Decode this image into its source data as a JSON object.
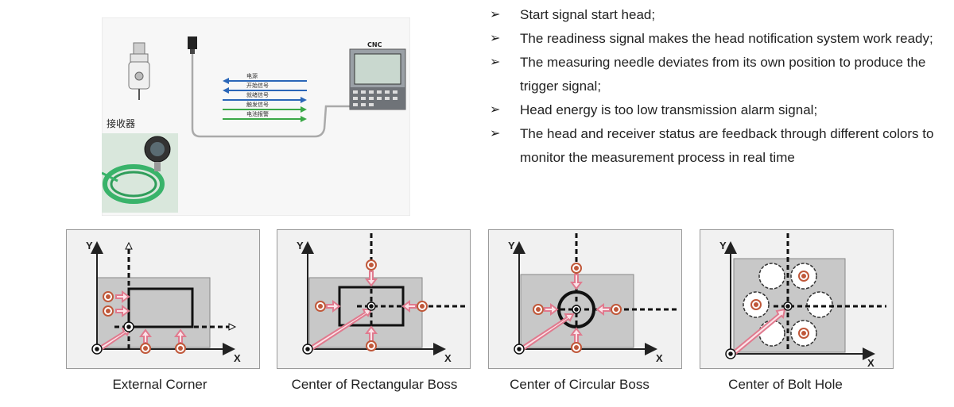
{
  "bullets": [
    "Start signal start head;",
    "The readiness signal makes the head notification system work ready;",
    "The measuring needle deviates from its own position to produce the trigger signal;",
    "Head energy is too low transmission alarm signal;",
    "The head and receiver status are feedback through different colors to monitor the measurement process in real time"
  ],
  "bullet_marker": "➢",
  "schematic": {
    "cnc_label": "CNC",
    "receiver_label": "接收器",
    "signals": [
      {
        "label": "电源",
        "direction": "left",
        "color": "#2a66b8"
      },
      {
        "label": "开始信号",
        "direction": "left",
        "color": "#2a66b8"
      },
      {
        "label": "就绪信号",
        "direction": "right",
        "color": "#2a66b8"
      },
      {
        "label": "触发信号",
        "direction": "right",
        "color": "#3aa846"
      },
      {
        "label": "电池报警",
        "direction": "right",
        "color": "#3aa846"
      }
    ]
  },
  "panels": [
    {
      "caption": "External Corner",
      "y_label": "Y",
      "x_label": "X"
    },
    {
      "caption": "Center of Rectangular Boss",
      "y_label": "Y",
      "x_label": "X"
    },
    {
      "caption": "Center of Circular Boss",
      "y_label": "Y",
      "x_label": "X"
    },
    {
      "caption": "Center of Bolt Hole",
      "y_label": "Y",
      "x_label": "X"
    }
  ],
  "colors": {
    "probe_ring": "#c0583a",
    "arrow_pink": "#e07a8e",
    "part_gray": "#c8c8c8"
  }
}
